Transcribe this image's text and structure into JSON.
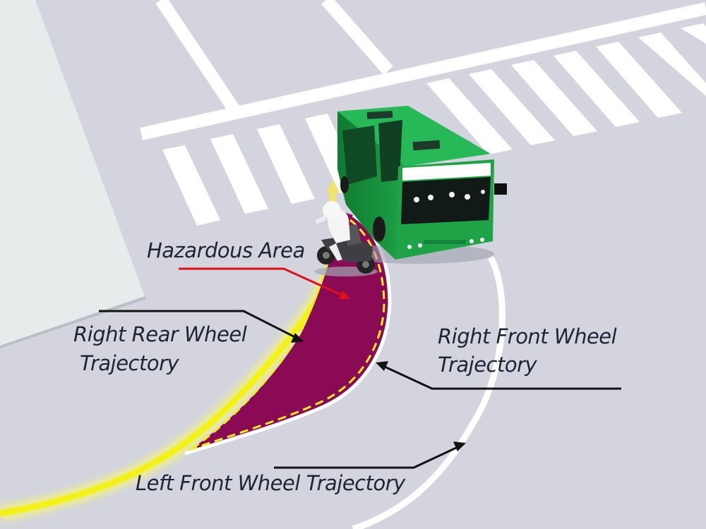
{
  "labels": {
    "hazardous_area": "Hazardous Area",
    "right_rear_line1": "Right Rear Wheel",
    "right_rear_line2": "Trajectory",
    "right_front_line1": "Right Front Wheel",
    "right_front_line2": "Trajectory",
    "left_front": "Left Front Wheel Trajectory"
  },
  "colors": {
    "road": "#d3d4de",
    "sidewalk": "#e6ecec",
    "bus_body": "#1fa347",
    "hazard_fill": "#8b0a55",
    "rear_trajectory": "#f2f21a",
    "front_trajectory": "#ffffff",
    "pointer_hazard": "#e0101a",
    "pointer_line": "#111111",
    "text": "#1d2433"
  },
  "icons": [
    "bus-icon",
    "motorcycle-rider-icon",
    "direction-arrow-icon"
  ]
}
